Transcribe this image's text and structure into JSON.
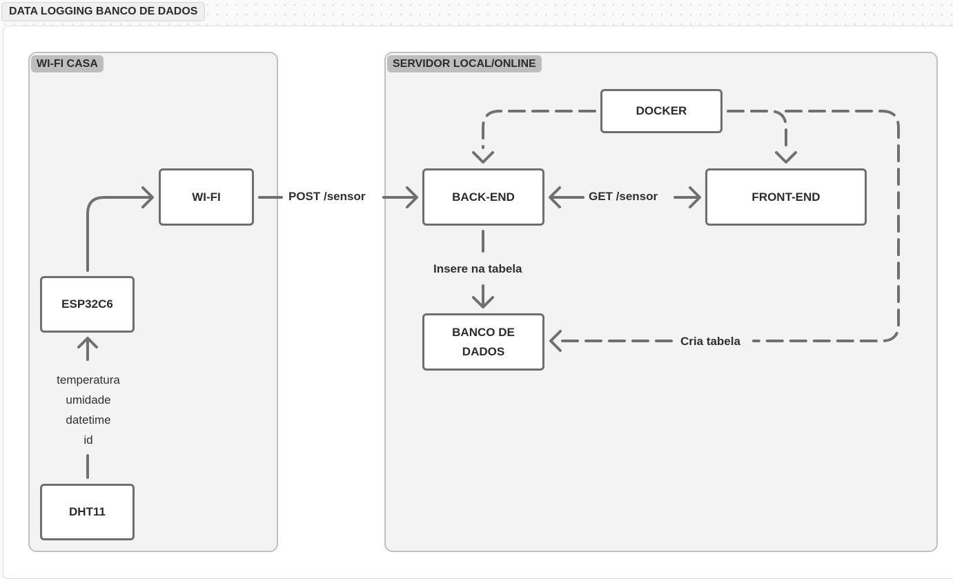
{
  "board": {
    "title": "DATA LOGGING BANCO DE DADOS"
  },
  "groups": {
    "home": {
      "title": "WI-FI CASA"
    },
    "server": {
      "title": "SERVIDOR LOCAL/ONLINE"
    }
  },
  "nodes": {
    "dht11": "DHT11",
    "esp32": "ESP32C6",
    "wifi": "WI-FI",
    "backend": "BACK-END",
    "frontend": "FRONT-END",
    "docker": "DOCKER",
    "database_line1": "BANCO DE",
    "database_line2": "DADOS"
  },
  "labels": {
    "post": "POST /sensor",
    "get": "GET /sensor",
    "insert": "Insere na tabela",
    "create": "Cria tabela"
  },
  "sensor_fields": [
    "temperatura",
    "umidade",
    "datetime",
    "id"
  ],
  "colors": {
    "connector": "#707070",
    "node_border": "#6e6e6e",
    "group_fill": "#f3f3f3",
    "group_border": "#bfbfbf",
    "group_tag": "#bdbdbd"
  }
}
